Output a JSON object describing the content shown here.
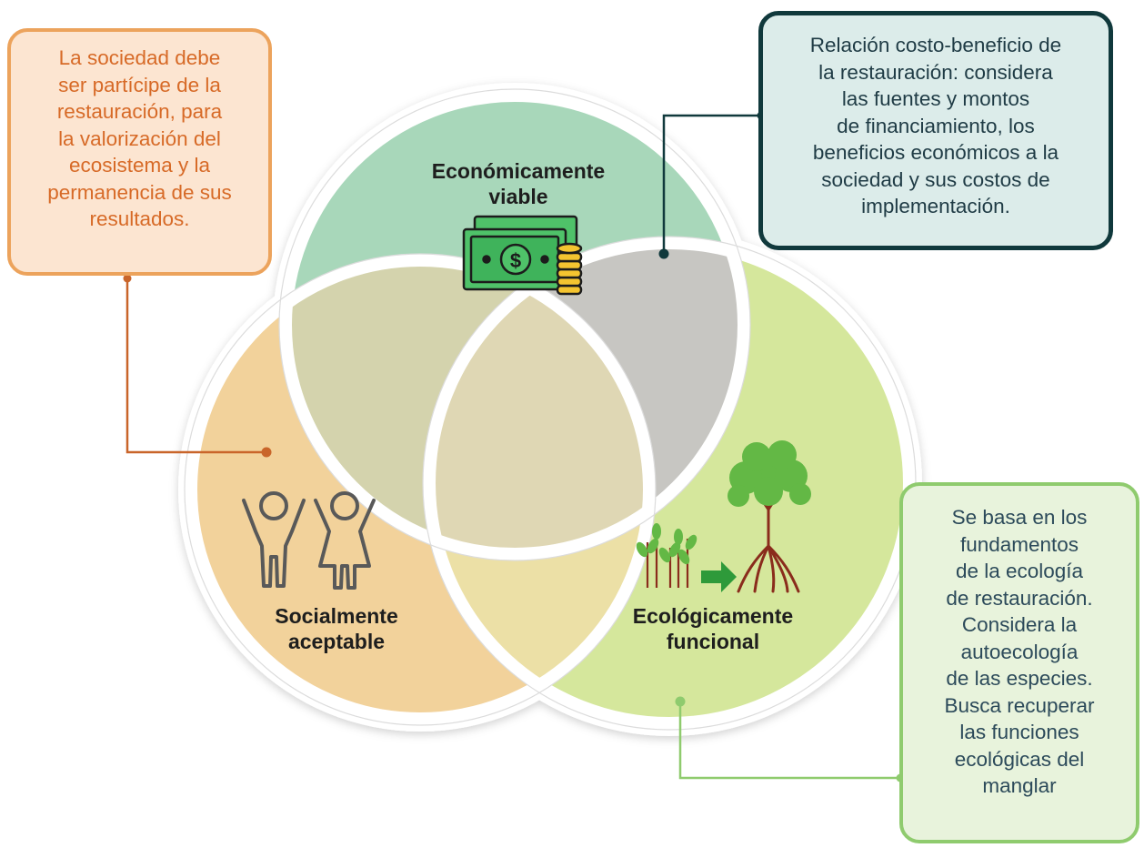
{
  "circles": {
    "economic": {
      "title_line1": "Económicamente",
      "title_line2": "viable",
      "fill": "#a8d7ba"
    },
    "social": {
      "title_line1": "Socialmente",
      "title_line2": "aceptable",
      "fill": "#f2d29b"
    },
    "ecological": {
      "title_line1": "Ecológicamente",
      "title_line2": "funcional",
      "fill": "#d5e79c"
    }
  },
  "overlaps": {
    "economic_social": "#d4d3ad",
    "economic_ecological": "#c7c6c2",
    "social_ecological": "#ece0a6",
    "center": "#dfd7b4"
  },
  "callouts": {
    "social": {
      "lines": [
        "La sociedad debe",
        "ser partícipe de la",
        "restauración, para",
        "la valorización del",
        "ecosistema y la",
        "permanencia de sus",
        "resultados."
      ],
      "accent": "#eca35c",
      "text_color": "#d76a27"
    },
    "economic": {
      "lines": [
        "Relación costo-beneficio de",
        "la restauración: considera",
        "las fuentes y montos",
        "de financiamiento, los",
        "beneficios económicos a la",
        "sociedad y sus costos de",
        "implementación."
      ],
      "accent": "#10393c",
      "text_color": "#1f3b45"
    },
    "ecological": {
      "lines": [
        "Se basa en los",
        "fundamentos",
        "de la ecología",
        "de restauración.",
        "Considera la",
        "autoecología",
        "de las especies.",
        "Busca recuperar",
        "las funciones",
        "ecológicas del",
        "manglar"
      ],
      "accent": "#8fcb6e",
      "text_color": "#2c4a5a"
    }
  },
  "icons": {
    "economic": "money-icon",
    "social": "children-icon",
    "ecological": "mangrove-growth-icon"
  }
}
